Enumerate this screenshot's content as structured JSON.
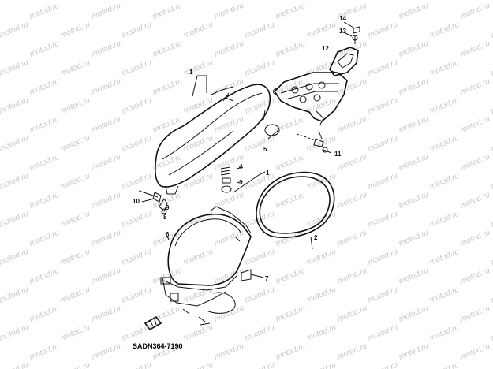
{
  "watermark": {
    "text": "motod.ru",
    "color": "#c9c9c9"
  },
  "drawing_code": "SADN364-7190",
  "callouts": [
    "1",
    "1",
    "2",
    "3",
    "4",
    "5",
    "6",
    "7",
    "8",
    "9",
    "10",
    "11",
    "12",
    "13",
    "14"
  ],
  "parts": {
    "seat": "seat-part",
    "helmet_box": "helmet-box-part",
    "seal": "seal-gasket-part",
    "carrier": "rear-carrier-part",
    "bracket": "grab-bracket-part"
  }
}
